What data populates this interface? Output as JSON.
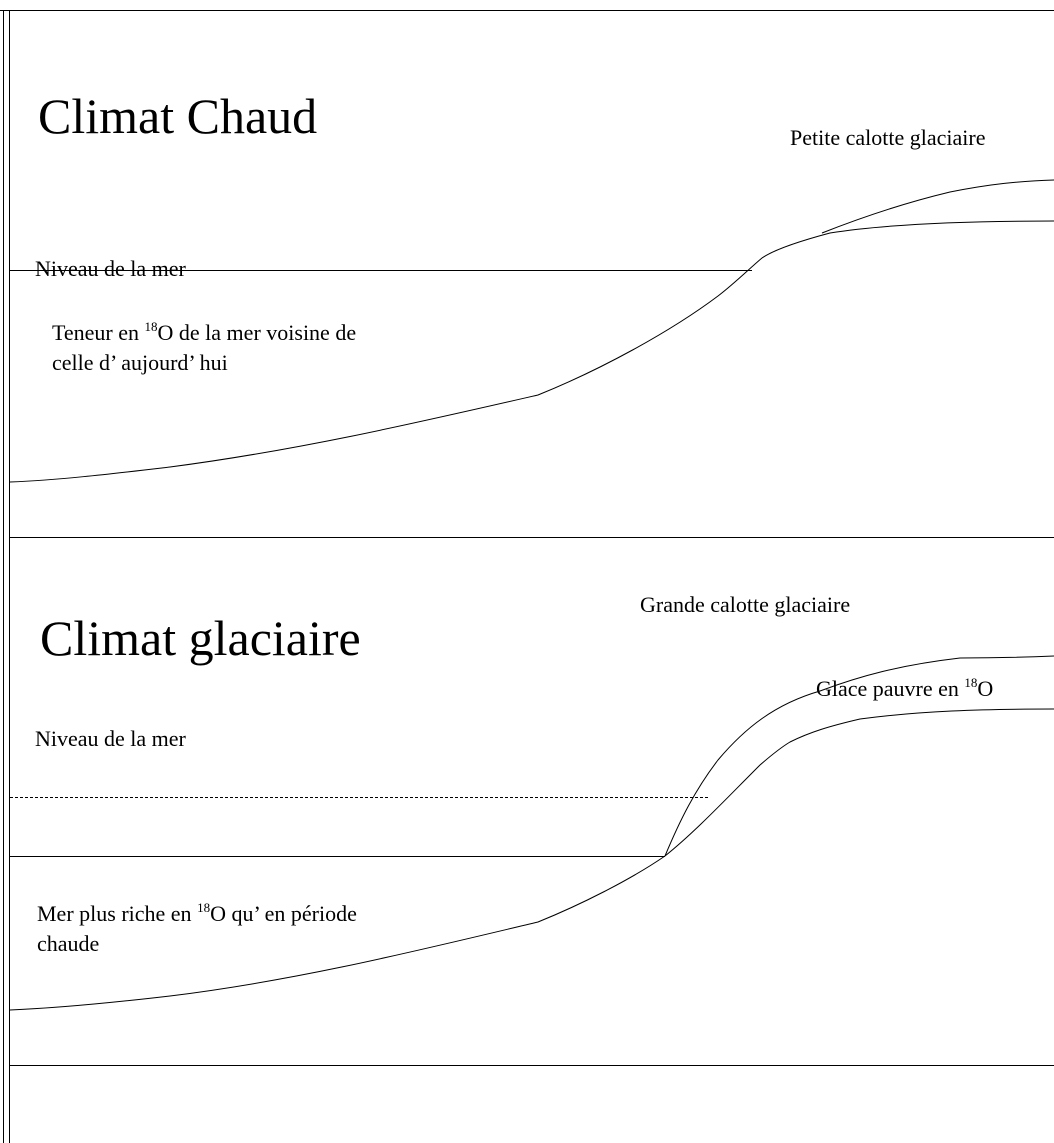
{
  "panels": [
    {
      "title": "Climat Chaud",
      "sea_level_label": "Niveau de la mer",
      "ice_cap_label": "Petite calotte glaciaire",
      "sea_note": {
        "line1_before": "Teneur en ",
        "isotope_mass": "18",
        "line1_after": "O de la mer voisine de",
        "line2": "celle d’ aujourd’ hui"
      }
    },
    {
      "title": "Climat glaciaire",
      "sea_level_label": "Niveau de la mer",
      "ice_cap_label": "Grande calotte glaciaire",
      "ice_note": {
        "before": "Glace pauvre en ",
        "isotope_mass": "18",
        "after": "O"
      },
      "sea_note": {
        "line1_before": "Mer plus riche en ",
        "isotope_mass": "18",
        "line1_after": "O qu’ en période",
        "line2": "chaude"
      }
    }
  ],
  "colors": {
    "line": "#000000",
    "background": "#ffffff"
  }
}
